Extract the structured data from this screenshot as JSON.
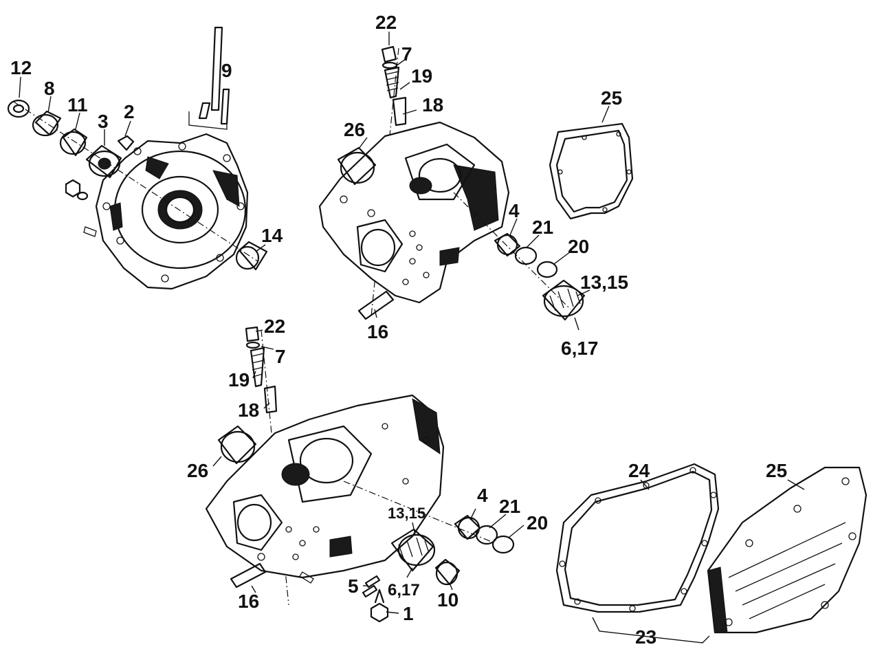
{
  "parts": {
    "upper_left": [
      "12",
      "8",
      "11",
      "3",
      "2",
      "9",
      "14"
    ],
    "upper_center": [
      "22",
      "7",
      "19",
      "18",
      "26",
      "25",
      "4",
      "21",
      "20",
      "13,15",
      "6,17",
      "16"
    ],
    "lower_center": [
      "22",
      "7",
      "19",
      "18",
      "26",
      "4",
      "21",
      "20",
      "13,15",
      "5",
      "6,17",
      "10",
      "16",
      "1"
    ],
    "lower_right": [
      "24",
      "25",
      "23"
    ]
  },
  "colors": {
    "ink": "#111111",
    "paper": "#ffffff"
  }
}
